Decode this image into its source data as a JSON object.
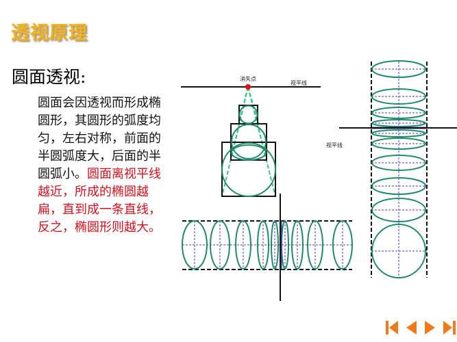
{
  "slide": {
    "title": "透视原理",
    "subtitle": "圆面透视:",
    "body_black": "圆面会因透视而形成椭圆形，其圆形的弧度均匀，左右对称，前面的半圆弧度大，后面的半圆弧小。",
    "body_red": "圆面离视平线越近，所成的椭圆越扁，直到成一条直线，反之，椭圆形则越大。"
  },
  "diagram": {
    "vanishing_point_label": "消失点",
    "horizon_label_top": "视平线",
    "horizon_label_right": "视平线",
    "colors": {
      "ellipse": "#1e8a6a",
      "dashed_guide": "#3cc08e",
      "vanishing_point": "#e01010",
      "axis_dash": "#5a3a9a",
      "horizon_highlight": "#3b3bb0"
    }
  },
  "navigation": {
    "buttons": [
      {
        "name": "first",
        "icon": "skip-to-start-icon"
      },
      {
        "name": "previous",
        "icon": "triangle-left-icon"
      },
      {
        "name": "next",
        "icon": "triangle-right-icon"
      },
      {
        "name": "last",
        "icon": "skip-to-end-icon"
      }
    ],
    "color": "#f07a1a"
  }
}
